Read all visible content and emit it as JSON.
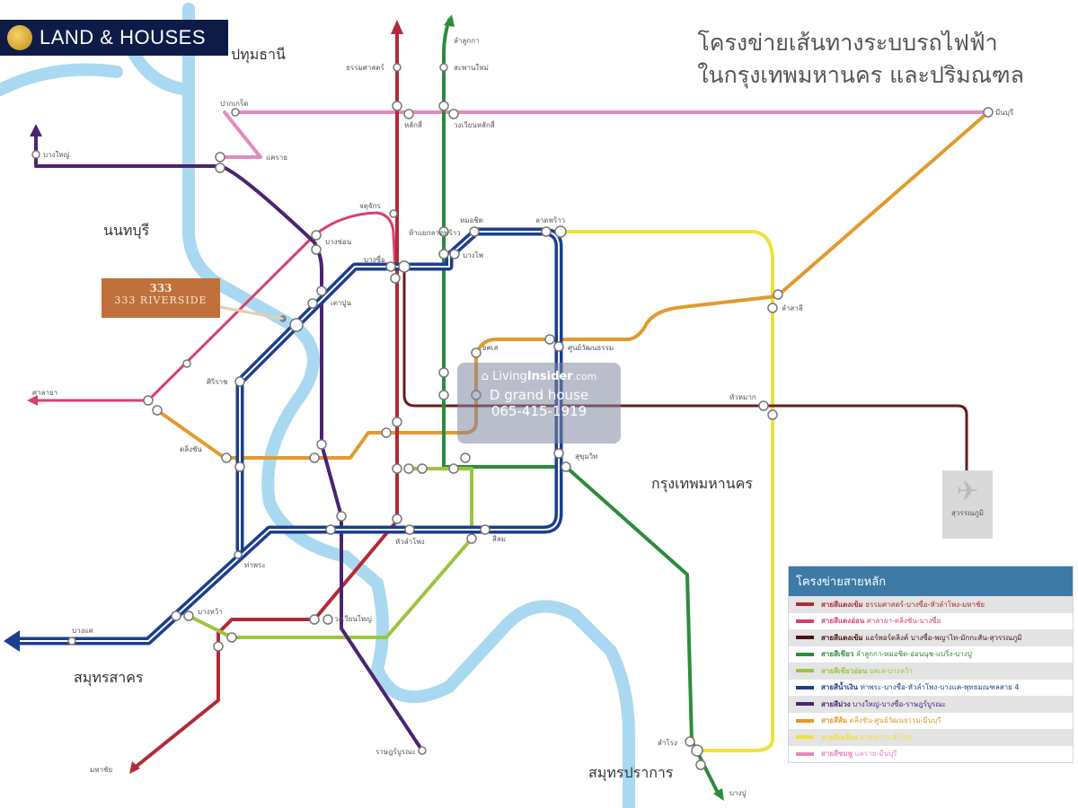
{
  "brand": {
    "name": "LAND & HOUSES"
  },
  "title": {
    "line1": "โครงข่ายเส้นทางระบบรถไฟฟ้า",
    "line2": "ในกรุงเทพมหานคร และปริมณฑล"
  },
  "project": {
    "logo_mark": "333",
    "name": "333 RIVERSIDE"
  },
  "watermark": {
    "site_a": "Living",
    "site_b": "Insider",
    "site_suffix": ".com",
    "agent": "D grand house",
    "phone": "065-415-1919"
  },
  "regions": {
    "pathum": "ปทุมธานี",
    "nonthaburi": "นนทบุรี",
    "bangkok": "กรุงเทพมหานคร",
    "samut_sakhon": "สมุทรสาคร",
    "samut_prakan": "สมุทรปราการ"
  },
  "airport": {
    "label": "สุวรรณภูมิ"
  },
  "stations": {
    "thammasat": "ธรรมศาสตร์",
    "lamlukka": "ลำลูกกา",
    "saphanmai": "สะพานใหม่",
    "pakkret": "ปากเกร็ด",
    "laksi": "หลักสี่",
    "watphrasri": "วงเวียนหลักสี่",
    "bangyai": "บางใหญ่",
    "khaerai": "แคราย",
    "minburi": "มีนบุรี",
    "chatuchak": "จตุจักร",
    "bangson": "บางซ่อน",
    "bangsue": "บางซื่อ",
    "morchit": "หมอชิต",
    "ladprao": "ลาดพร้าว",
    "phahon": "ห้าแยกลาดพร้าว",
    "taopoon": "เตาปูน",
    "bangpho": "บางโพ",
    "thailandcc": "ศูนย์วัฒนธรรม",
    "salaya": "ศาลายา",
    "taling": "ตลิ่งชัน",
    "siyaek": "ศิริราช",
    "huamak": "หัวหมาก",
    "sukhumvit": "สุขุมวิท",
    "huaLamphong": "หัวลำโพง",
    "thapra": "ท่าพระ",
    "bangkhae": "บางแค",
    "wongwian": "วงเวียนใหญ่",
    "bangwa": "บางหว้า",
    "mahachai": "มหาชัย",
    "ratburana": "ราษฎร์บูรณะ",
    "samrong": "สำโรง",
    "bangpu": "บางปู",
    "yotse": "ยศเส",
    "silom": "สีลม",
    "lamsali": "ลำสาลี"
  },
  "legend": {
    "title": "โครงข่ายสายหลัก",
    "items": [
      {
        "name": "สายสีแดงเข้ม",
        "route": "ธรรมศาสตร์-บางซื่อ-หัวลำโพง-มหาชัย",
        "color": "#b22a35"
      },
      {
        "name": "สายสีแดงอ่อน",
        "route": "ศาลายา-ตลิ่งชัน-บางซื่อ",
        "color": "#d9406a"
      },
      {
        "name": "สายสีแดงเข้ม",
        "route": "แอร์พอร์ตลิงค์ บางซื่อ-พญาไท-มักกะสัน-สุวรรณภูมิ",
        "color": "#4a1414"
      },
      {
        "name": "สายสีเขียว",
        "route": "ลำลูกกา-หมอชิต-อ่อนนุช-แบริ่ง-บางปู",
        "color": "#2e8b3c"
      },
      {
        "name": "สายสีเขียวอ่อน",
        "route": "ยศเส-บางหว้า",
        "color": "#9cc43f"
      },
      {
        "name": "สายสีน้ำเงิน",
        "route": "ท่าพระ-บางซื่อ-หัวลำโพง-บางแค-พุทธมณฑลสาย 4",
        "color": "#1b3f8f"
      },
      {
        "name": "สายสีม่วง",
        "route": "บางใหญ่-บางซื่อ-ราษฎร์บูรณะ",
        "color": "#4b2470"
      },
      {
        "name": "สายสีส้ม",
        "route": "ตลิ่งชัน-ศูนย์วัฒนธรรม-มีนบุรี",
        "color": "#e29a2e"
      },
      {
        "name": "สายสีเหลือง",
        "route": "ลาดพร้าว-สำโรง",
        "color": "#eee23a"
      },
      {
        "name": "สายสีชมพู",
        "route": "แคราย-มีนบุรี",
        "color": "#e48ac0"
      }
    ]
  },
  "colors": {
    "river": "#a9d9f0",
    "brand_bg": "#0f1b47",
    "legend_header": "#3d7aa6"
  }
}
